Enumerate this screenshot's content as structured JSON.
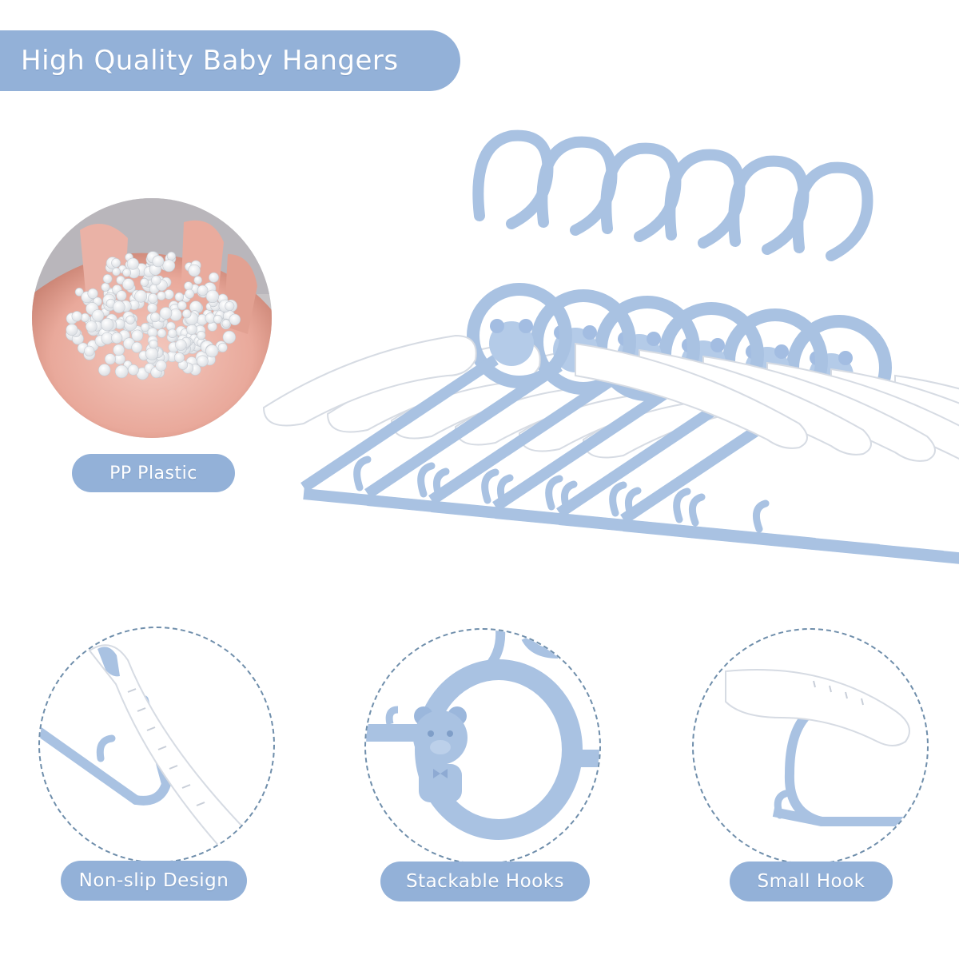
{
  "title": "High Quality Baby Hangers",
  "features": {
    "material_label": "PP Plastic",
    "nonslip_label": "Non-slip Design",
    "stackable_label": "Stackable Hooks",
    "small_hook_label": "Small Hook"
  },
  "colors": {
    "accent_blue": "#93b1d8",
    "hanger_blue": "#a9c2e2",
    "hanger_white": "#ffffff",
    "dash_border": "#6f8eab"
  }
}
